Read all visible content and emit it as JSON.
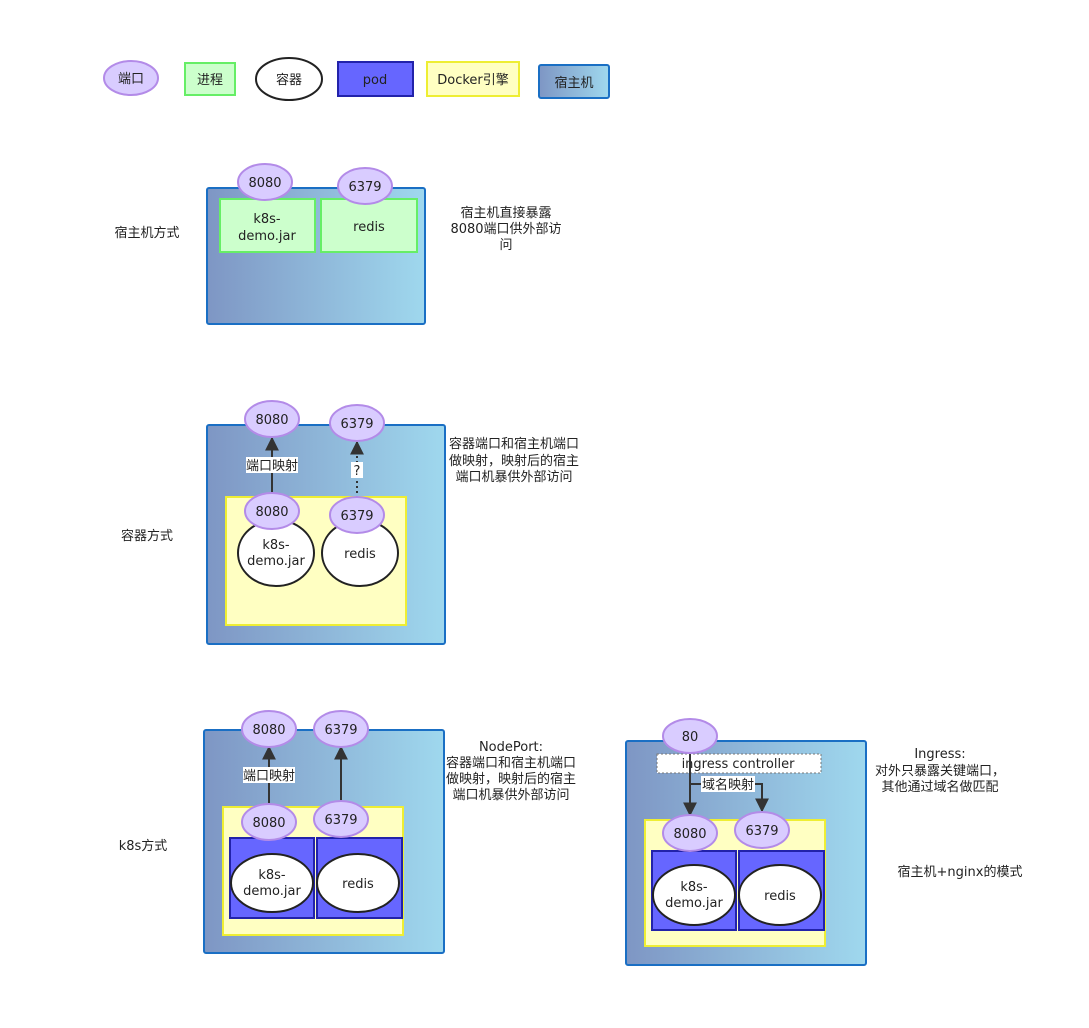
{
  "legend": {
    "port": "端口",
    "process": "进程",
    "container": "容器",
    "pod": "pod",
    "docker": "Docker引擎",
    "host": "宿主机"
  },
  "sections": {
    "host_mode": {
      "label": "宿主机方式",
      "ports": [
        "8080",
        "6379"
      ],
      "processes": [
        [
          "k8s-",
          "demo.jar"
        ],
        [
          "redis"
        ]
      ],
      "note": [
        "宿主机直接暴露",
        "8080端口供外部访",
        "问"
      ]
    },
    "container_mode": {
      "label": "容器方式",
      "host_ports": [
        "8080",
        "6379"
      ],
      "container_ports": [
        "8080",
        "6379"
      ],
      "mapping_label": "端口映射",
      "unknown_mark": "?",
      "containers": [
        [
          "k8s-",
          "demo.jar"
        ],
        [
          "redis"
        ]
      ],
      "note": [
        "容器端口和宿主机端口",
        "做映射，映射后的宿主",
        "端口机暴供外部访问"
      ]
    },
    "k8s_mode": {
      "label": "k8s方式",
      "host_ports": [
        "8080",
        "6379"
      ],
      "pod_ports": [
        "8080",
        "6379"
      ],
      "mapping_label": "端口映射",
      "containers": [
        [
          "k8s-",
          "demo.jar"
        ],
        [
          "redis"
        ]
      ],
      "note": [
        "NodePort:",
        "容器端口和宿主机端口",
        "做映射，映射后的宿主",
        "端口机暴供外部访问"
      ]
    },
    "ingress_mode": {
      "host_port": "80",
      "controller": "ingress controller",
      "mapping_label": "域名映射",
      "pod_ports": [
        "8080",
        "6379"
      ],
      "containers": [
        [
          "k8s-",
          "demo.jar"
        ],
        [
          "redis"
        ]
      ],
      "note": [
        "Ingress:",
        "对外只暴露关键端口，",
        "其他通过域名做匹配"
      ],
      "extra": "宿主机+nginx的模式"
    }
  },
  "colors": {
    "port_fill": "#d9ccff",
    "port_stroke": "#b38be8",
    "process_fill": "#ccffcc",
    "process_stroke": "#66ee66",
    "pod_fill": "#6666ff",
    "pod_stroke": "#2222aa",
    "docker_fill": "#ffffc2",
    "docker_stroke": "#eeee33",
    "host_start": "#7e96c4",
    "host_end": "#9fd8ee",
    "host_stroke": "#1a6fc4"
  }
}
